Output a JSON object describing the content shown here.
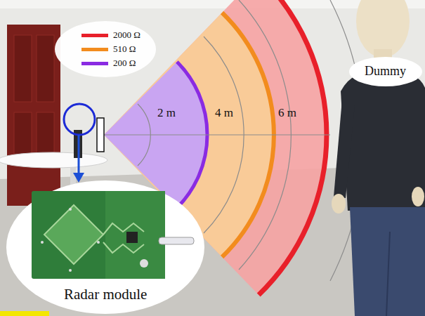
{
  "diagram": {
    "nodes": [
      {
        "text": [
          "Dummy"
        ]
      },
      {
        "text": [
          "Radar module"
        ]
      }
    ],
    "labels": [
      "2 m",
      "4 m",
      "6 m"
    ],
    "legend": [
      {
        "text": "2000 Ω",
        "color": "#e8202a"
      },
      {
        "text": "510 Ω",
        "color": "#f28c1e"
      },
      {
        "text": "200 Ω",
        "color": "#8a2be2"
      }
    ]
  }
}
